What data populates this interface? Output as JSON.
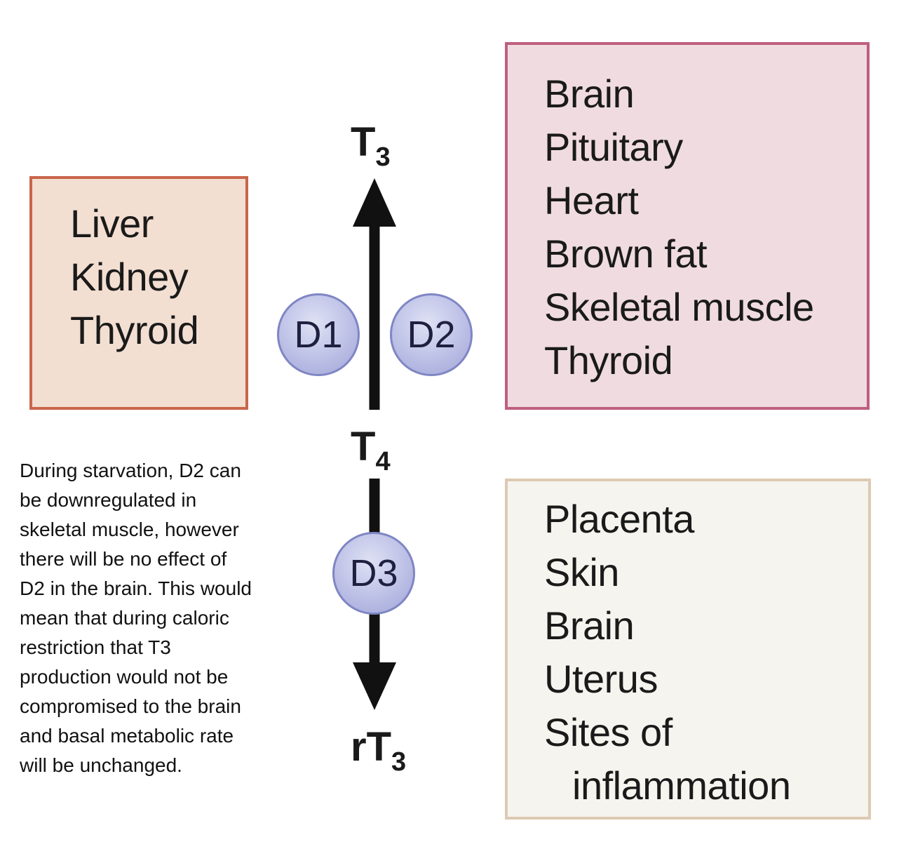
{
  "tissues_d1": [
    "Liver",
    "Kidney",
    "Thyroid"
  ],
  "tissues_d2": [
    "Brain",
    "Pituitary",
    "Heart",
    "Brown fat",
    "Skeletal muscle",
    "Thyroid"
  ],
  "tissues_d3": [
    "Placenta",
    "Skin",
    "Brain",
    "Uterus",
    "Sites of",
    "inflammation"
  ],
  "hormones": {
    "t3": {
      "base": "T",
      "sub": "3"
    },
    "t4": {
      "base": "T",
      "sub": "4"
    },
    "rt3": {
      "base": "rT",
      "sub": "3"
    }
  },
  "enzymes": {
    "d1": "D1",
    "d2": "D2",
    "d3": "D3"
  },
  "note_lines": [
    "During starvation, D2 can",
    "be downregulated in",
    "skeletal muscle, however",
    "there will be no effect of",
    "D2 in the brain.  This would",
    "mean that during caloric",
    "restriction that T3",
    "production would not be",
    "compromised to the brain",
    "and basal metabolic rate",
    "will be unchanged."
  ],
  "colors": {
    "d1_box_fill": "#f3dfd2",
    "d1_box_border": "#c9654b",
    "d2_box_fill": "#efdbe0",
    "d2_box_border": "#bf5f7f",
    "d3_box_fill": "#f6f4ee",
    "d3_box_border": "#dccab2",
    "enzyme_fill": "#bcc0e6",
    "arrow": "#111111"
  }
}
